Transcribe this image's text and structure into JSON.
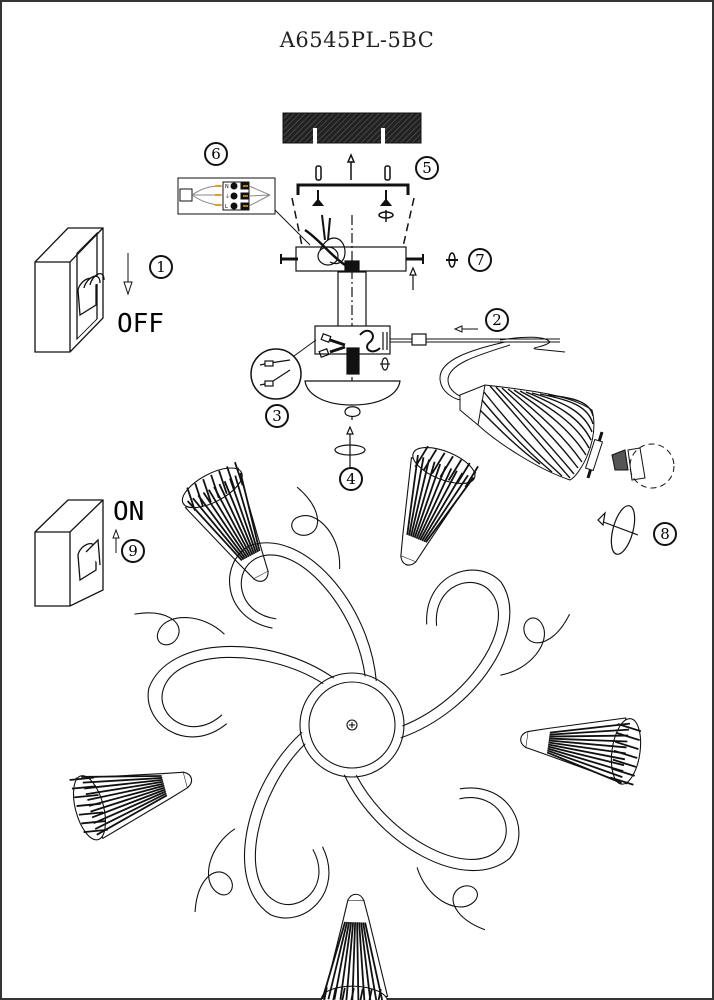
{
  "document": {
    "title": "A6545PL-5BC",
    "type": "assembly-instructions"
  },
  "switches": {
    "off": {
      "label": "OFF",
      "step": "1"
    },
    "on": {
      "label": "ON",
      "step": "9"
    }
  },
  "steps": [
    {
      "num": "1",
      "meaning": "switch power off"
    },
    {
      "num": "2",
      "meaning": "insert lamp arm"
    },
    {
      "num": "3",
      "meaning": "connect arm wires"
    },
    {
      "num": "4",
      "meaning": "attach bottom cover and finial"
    },
    {
      "num": "5",
      "meaning": "fix mounting bracket to ceiling"
    },
    {
      "num": "6",
      "meaning": "connect mains wires to terminal block"
    },
    {
      "num": "7",
      "meaning": "fasten canopy screws"
    },
    {
      "num": "8",
      "meaning": "install shade and bulb"
    },
    {
      "num": "9",
      "meaning": "switch power on"
    }
  ],
  "terminal_block": {
    "labels": [
      "N",
      "⏚",
      "L"
    ]
  },
  "colors": {
    "line": "#111111",
    "wire_accent": "#e0a020",
    "border": "#333333"
  },
  "fixture": {
    "arms": 5
  }
}
